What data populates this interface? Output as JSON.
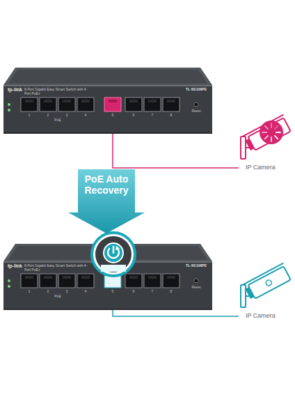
{
  "diagram": {
    "nodes": [
      {
        "text": [
          "tp-link",
          "8-Port Gigabit Easy Smart Switch with 4-Port PoE+",
          "TL-SG108PE"
        ]
      },
      {
        "text": [
          "IP Camera"
        ]
      },
      {
        "text": [
          "PoE Auto Recovery"
        ]
      },
      {
        "text": [
          "tp-link",
          "8-Port Gigabit Easy Smart Switch with 4-Port PoE+",
          "TL-SG108PE"
        ]
      },
      {
        "text": [
          "IP Camera"
        ]
      }
    ],
    "edges": [
      {
        "from": 0,
        "to": 1,
        "arrow": "none"
      },
      {
        "from": 3,
        "to": 4,
        "arrow": "none"
      }
    ],
    "labels": [
      "1",
      "2",
      "3",
      "4",
      "5",
      "6",
      "7",
      "8",
      "PoE",
      "Reset",
      "1",
      "2",
      "3",
      "4",
      "5",
      "6",
      "7",
      "8",
      "PoE",
      "Reset"
    ]
  }
}
